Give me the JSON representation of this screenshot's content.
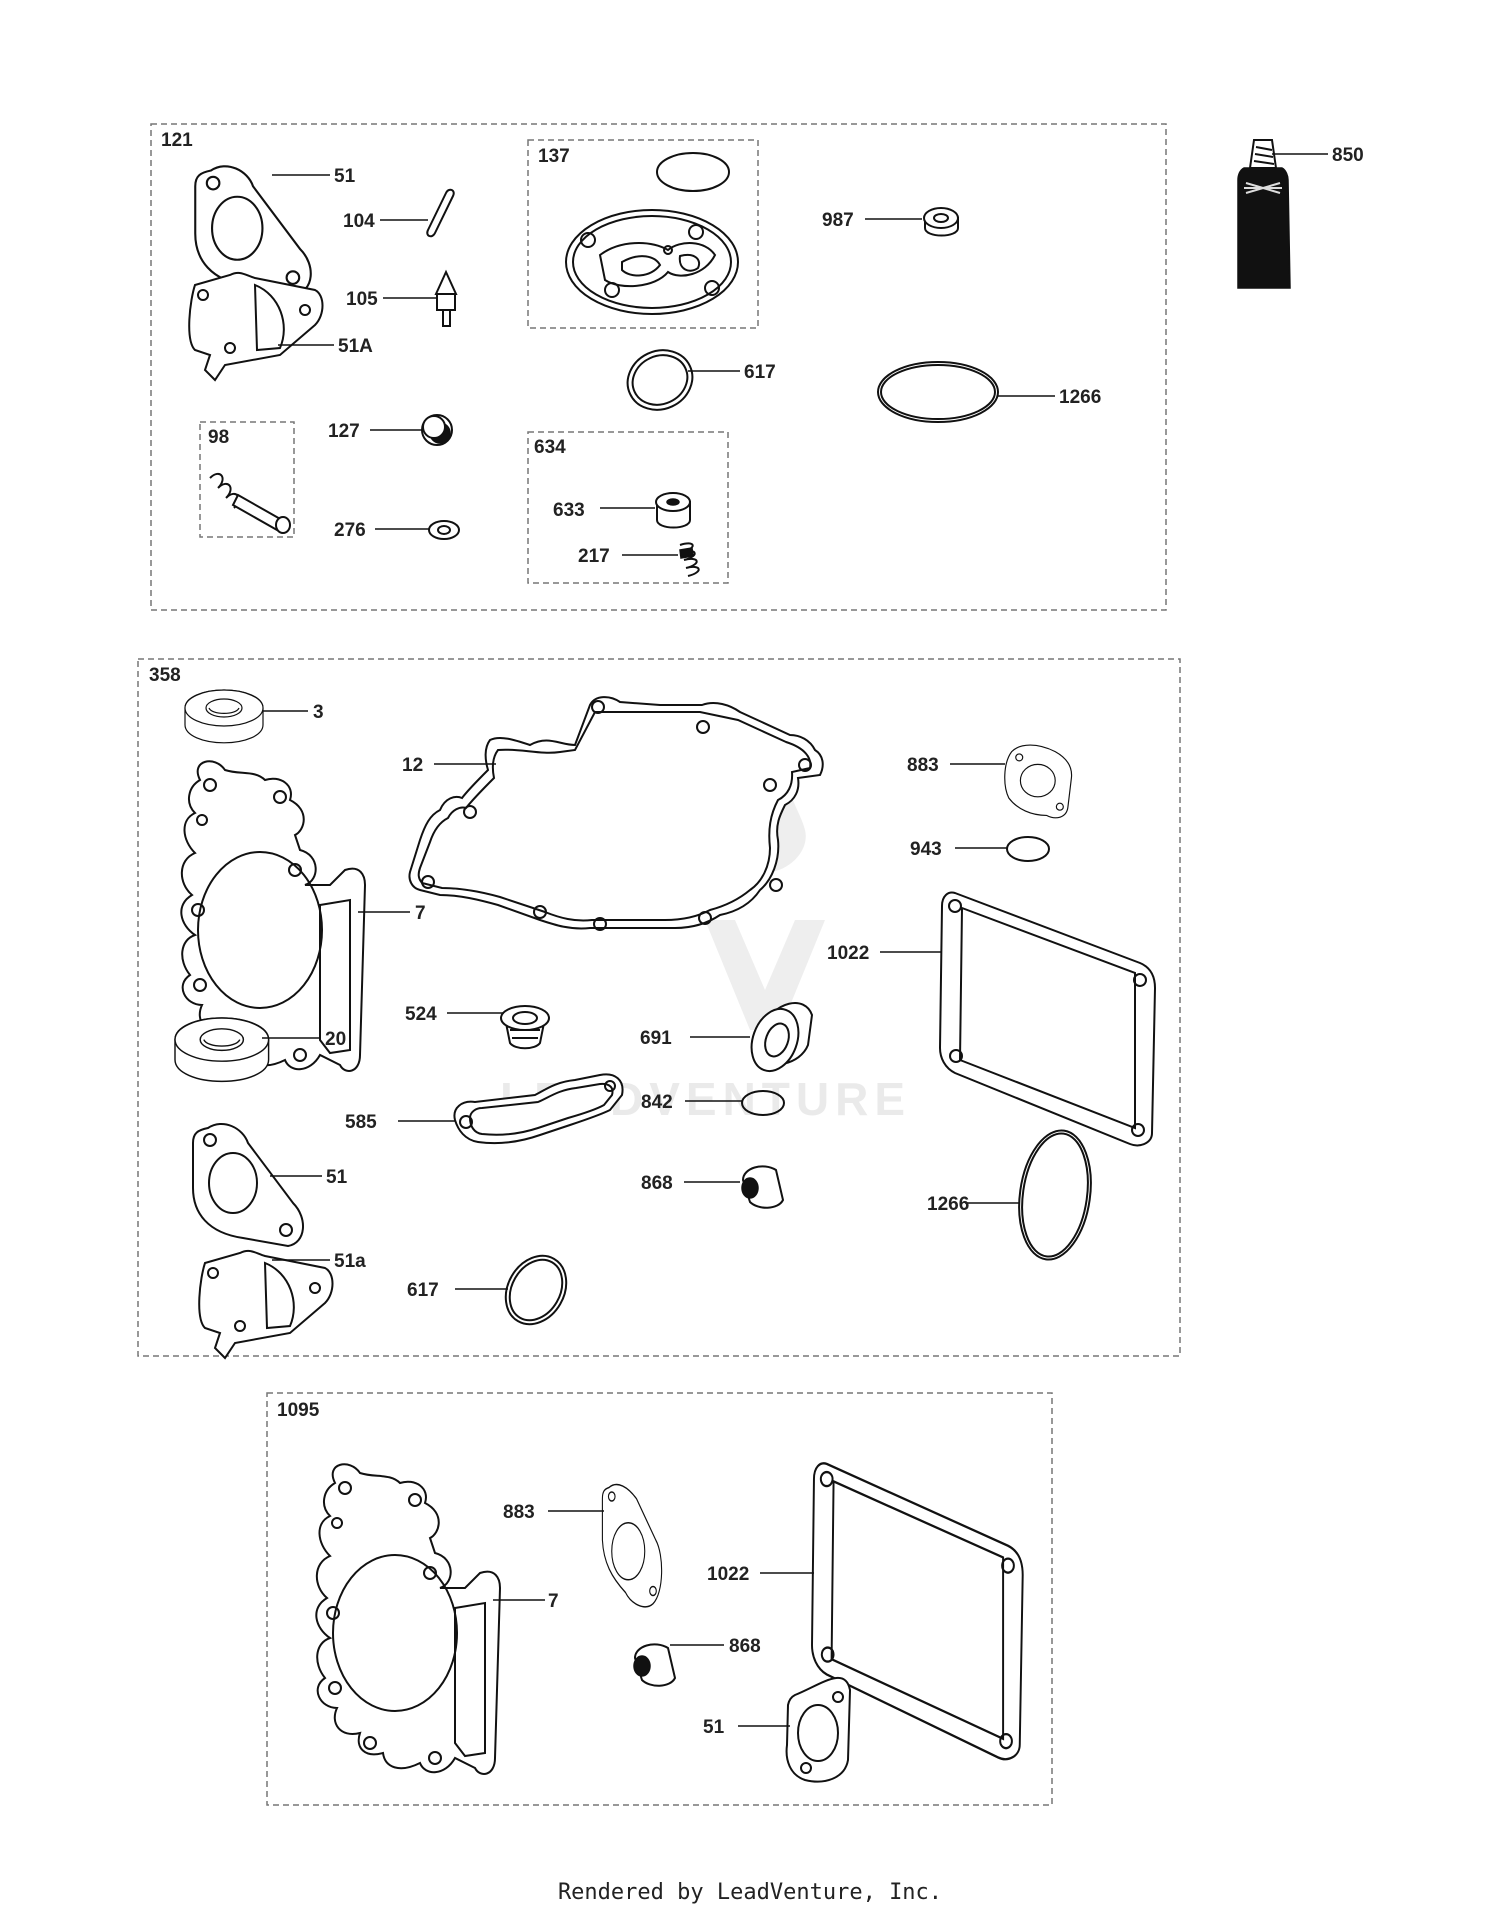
{
  "footer": "Rendered by LeadVenture, Inc.",
  "watermark": "LEADVENTURE",
  "groups": {
    "g121": "121",
    "g137": "137",
    "g98": "98",
    "g634": "634",
    "g358": "358",
    "g1095": "1095"
  },
  "labels": {
    "l850": "850",
    "a51": "51",
    "a104": "104",
    "a105": "105",
    "a51A": "51A",
    "a127": "127",
    "a276": "276",
    "a617": "617",
    "a987": "987",
    "a1266": "1266",
    "a633": "633",
    "a217": "217",
    "b3": "3",
    "b12": "12",
    "b7": "7",
    "b883": "883",
    "b943": "943",
    "b1022": "1022",
    "b524": "524",
    "b691": "691",
    "b20": "20",
    "b585": "585",
    "b842": "842",
    "b868": "868",
    "b51": "51",
    "b1266": "1266",
    "b51a": "51a",
    "b617": "617",
    "c883": "883",
    "c1022": "1022",
    "c7": "7",
    "c868": "868",
    "c51": "51"
  }
}
